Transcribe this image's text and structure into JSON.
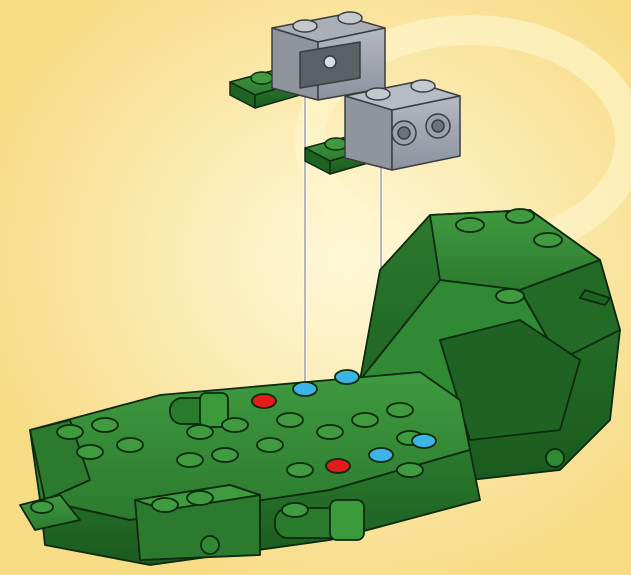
{
  "scene": {
    "description_name": "lego-build-step",
    "colors": {
      "background": "#fbe9a6",
      "brick_green": "#2e7d32",
      "brick_green_dark": "#1b5e20",
      "brick_grey": "#9aa0ab",
      "stud_blue": "#3cb4e6",
      "stud_red": "#e21b1b",
      "outline": "#0c2a0e"
    },
    "icons": [
      "sub-assembly-left",
      "sub-assembly-right",
      "guide-line-left",
      "guide-line-right",
      "stud-blue",
      "stud-red"
    ]
  }
}
